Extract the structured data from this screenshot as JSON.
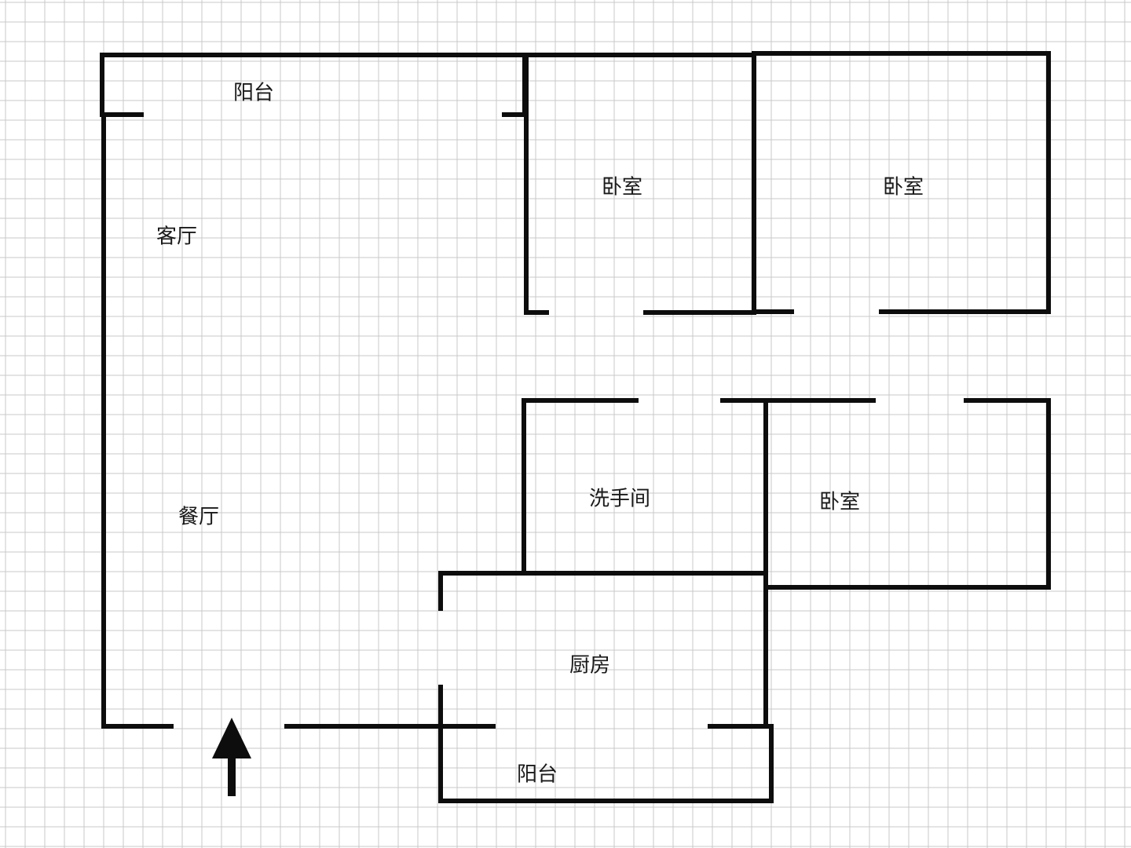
{
  "rooms": {
    "balcony_top": "阳台",
    "bedroom_1": "卧室",
    "bedroom_2": "卧室",
    "living_room": "客厅",
    "dining_room": "餐厅",
    "bathroom": "洗手间",
    "bedroom_3": "卧室",
    "kitchen": "厨房",
    "balcony_bottom": "阳台"
  },
  "colors": {
    "background": "#ffffff",
    "grid": "#c9c9c9",
    "wall": "#0d0d0d",
    "text": "#1a1a1a"
  },
  "icons": {
    "entrance": "up-arrow-icon"
  }
}
